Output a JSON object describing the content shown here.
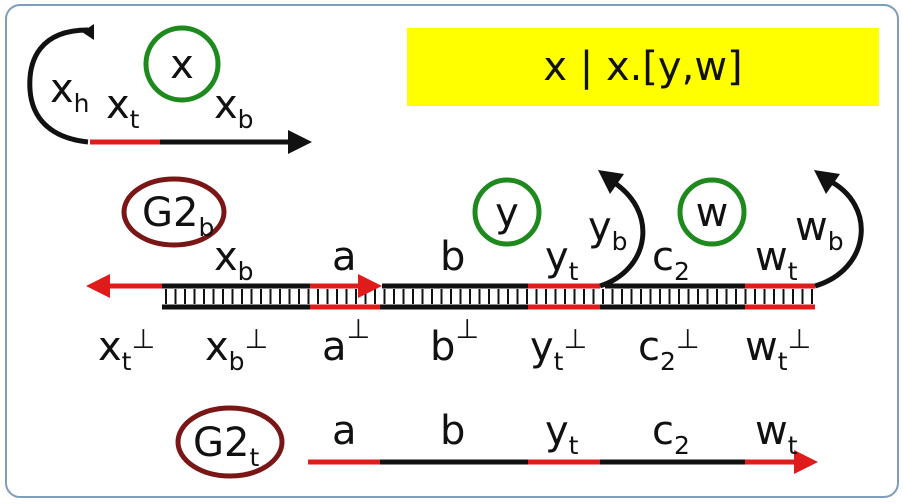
{
  "colors": {
    "domain_red": "#e01b1b",
    "domain_black": "#111111",
    "toehold_circle": "#1e8a1e",
    "gate_circle": "#7a1616",
    "banner_bg": "#ffff00",
    "frame_border": "#7f9db9"
  },
  "banner": {
    "text": "x | x.[y,w]"
  },
  "signals": {
    "x": {
      "name": "x",
      "head": "x",
      "head_sub": "h",
      "toehold": "x",
      "toehold_sub": "t",
      "body": "x",
      "body_sub": "b"
    },
    "y": {
      "name": "y",
      "loop_label": "y",
      "loop_sub": "b"
    },
    "w": {
      "name": "w",
      "loop_label": "w",
      "loop_sub": "b"
    }
  },
  "gate_b": {
    "name": "G2",
    "name_sub": "b",
    "top_labels": [
      {
        "base": "x",
        "sub": "b"
      },
      {
        "base": "a",
        "sub": ""
      },
      {
        "base": "b",
        "sub": ""
      },
      {
        "base": "y",
        "sub": "t"
      },
      {
        "base": "c",
        "sub": "2"
      },
      {
        "base": "w",
        "sub": "t"
      }
    ],
    "bottom_labels": [
      {
        "base": "x",
        "sub": "t",
        "sup": "⊥"
      },
      {
        "base": "x",
        "sub": "b",
        "sup": "⊥"
      },
      {
        "base": "a",
        "sub": "",
        "sup": "⊥"
      },
      {
        "base": "b",
        "sub": "",
        "sup": "⊥"
      },
      {
        "base": "y",
        "sub": "t",
        "sup": "⊥"
      },
      {
        "base": "c",
        "sub": "2",
        "sup": "⊥"
      },
      {
        "base": "w",
        "sub": "t",
        "sup": "⊥"
      }
    ]
  },
  "gate_t": {
    "name": "G2",
    "name_sub": "t",
    "labels": [
      {
        "base": "a",
        "sub": ""
      },
      {
        "base": "b",
        "sub": ""
      },
      {
        "base": "y",
        "sub": "t"
      },
      {
        "base": "c",
        "sub": "2"
      },
      {
        "base": "w",
        "sub": "t"
      }
    ]
  }
}
